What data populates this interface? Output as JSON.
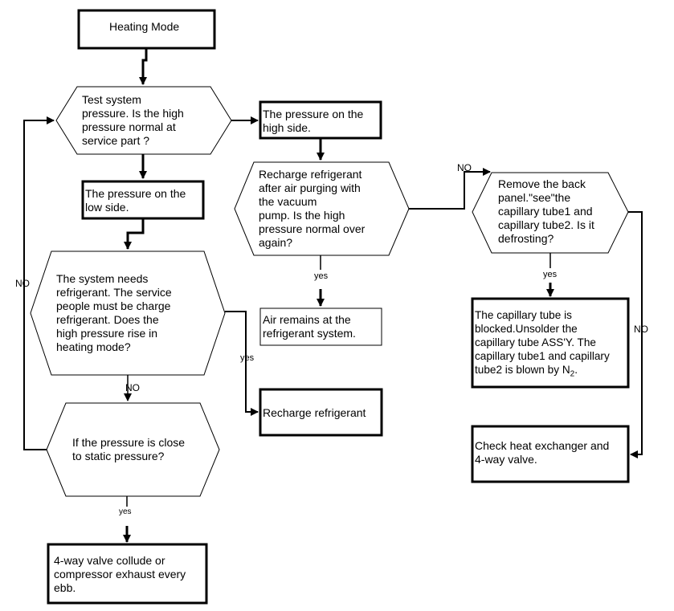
{
  "diagram": {
    "nodes": {
      "heating_mode": "Heating Mode",
      "test_pressure": "Test system\npressure. Is the high\npressure normal at\nservice part ?",
      "high_side": "The pressure on the\nhigh side.",
      "low_side": "The pressure on the\nlow side.",
      "recharge_after_purge": "Recharge refrigerant\nafter air purging with\nthe vacuum\npump. Is the high\npressure normal over\nagain?",
      "remove_back_panel": "Remove the back\npanel.\"see\"the\ncapillary tube1 and\ncapillary tube2. Is it\ndefrosting?",
      "system_needs_refrigerant": "The system needs\nrefrigerant. The service\npeople must be charge\nrefrigerant. Does the\nhigh pressure rise in\nheating mode?",
      "air_remains": "Air remains at the\nrefrigerant system.",
      "recharge_refrigerant": "Recharge refrigerant",
      "capillary_blocked_main": "The capillary tube is\nblocked.Unsolder the\ncapillary tube ASS'Y. The\ncapillary tube1 and capillary\ntube2 is blown by N",
      "capillary_blocked_subscript": "2",
      "capillary_blocked_end": ".",
      "close_to_static": "If the pressure is close\nto static pressure?",
      "check_heat_exchanger": "Check heat exchanger and\n4-way valve.",
      "four_way_valve": "4-way valve collude or\ncompressor exhaust every\nebb."
    },
    "edge_labels": {
      "no_top": "NO",
      "no_left": "NO",
      "no_right": "NO",
      "no_mid": "NO",
      "yes_air": "yes",
      "yes_recharge": "yes",
      "yes_capillary": "yes",
      "yes_valve": "yes"
    }
  }
}
